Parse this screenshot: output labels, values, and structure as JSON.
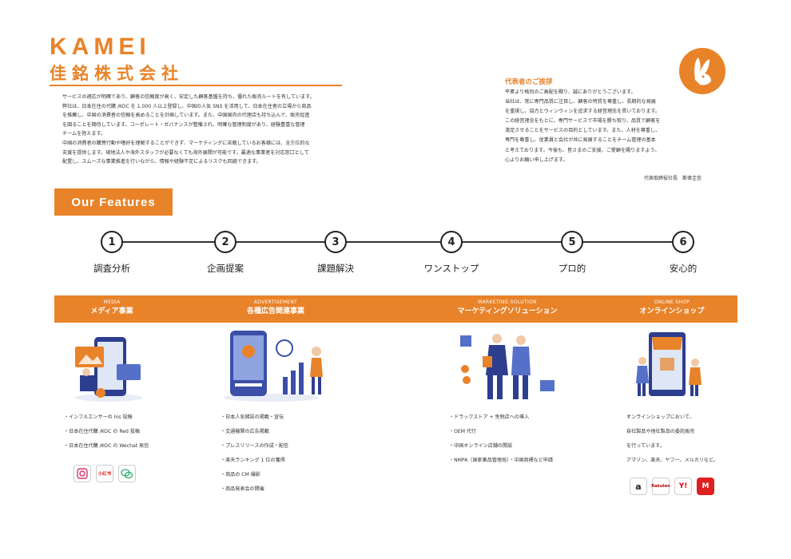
{
  "header": {
    "logo_en": "KAMEI",
    "logo_jp": "佳銘株式会社",
    "intro": [
      "サービスの適応が明確であり、顧客の信頼度が高く、安定した顧客基盤を持ち、優れた販売ルートを有しています。",
      "弊社は、日本在住の代購 /KOC を 1,000 人以上登録し、中国の人気 SNS を活用して、日本在住者の立場から商品",
      "を推薦し、中国の消費者の信頼を高めることを計画しています。また、中国国内の代理店も持ち込んで、販売促進",
      "を図ることを期待しています。コーポレート・ガバナンスが整備され、明確な管理制度があり、経験豊富な管理",
      "チームを抱えます。",
      "中国の消費者の購買行動や嗜好を理解することができず、マーケティングに苦戦しているお客様には、全方位的な",
      "支援を提供します。現地法人や海外スタッフが必要なくても海外展開が可能です。最適な事業者を対応窓口として",
      "配置し、スムーズな事業推進を行いながら、情報や経験不足によるリスクも回避できます。"
    ]
  },
  "greeting": {
    "title": "代表者のご挨拶",
    "lines": [
      "平素より格別のご高配を賜り、誠にありがとうございます。",
      "当社は、常に専門品質に注目し、顧客の特質を尊重し、長期的な発展",
      "を重視し、協力とウィンウィンを追求する経営理念を貫いております。",
      "この経営理念をもとに、専門サービスで市場を勝ち取り、品質で顧客を",
      "満足させることをサービスの目的としています。また、人材を尊重し、",
      "専門を尊重し、従業員と会社が共に発展することをチーム管理の基本",
      "と考えております。今後も、皆さまのご支援、ご愛顧を賜りますよう、",
      "心よりお願い申し上げます。"
    ],
    "signature": "代表取締役社長　斯偉圭信"
  },
  "features": {
    "heading": "Our Features",
    "steps": [
      {
        "num": "1",
        "label": "調査分析"
      },
      {
        "num": "2",
        "label": "企画提案"
      },
      {
        "num": "3",
        "label": "課題解決"
      },
      {
        "num": "4",
        "label": "ワンストップ"
      },
      {
        "num": "5",
        "label": "プロ的"
      },
      {
        "num": "6",
        "label": "安心的"
      }
    ]
  },
  "services": [
    {
      "en": "MEDIA",
      "jp": "メディア事業",
      "items": [
        "・インフルエンサーの Ins 投稿",
        "・日本在住代購 /KOC の Red 投稿",
        "・日本在住代購 /KOC の Wechat 発信"
      ],
      "apps": [
        "Instagram",
        "小红书",
        "WeChat"
      ]
    },
    {
      "en": "ADVERTISEMENT",
      "jp": "各種広告関連事業",
      "items": [
        "・日本人気雑誌の掲載・宣伝",
        "・交通機関の広告掲載",
        "・プレスリリースの作成・配信",
        "・楽天ランキング 1 位の獲得",
        "・商品の CM 撮影",
        "・商品発表会の開催"
      ]
    },
    {
      "en": "MARKETING SOLUTION",
      "jp": "マーケティングソリューション",
      "items": [
        "・ドラックストア + 免税店への導入",
        "・OEM 代行",
        "・中国オンライン店舗の開設",
        "・NMPA（国家薬品管理局）・中国商標など申請"
      ]
    },
    {
      "en": "ONLINE SHOP",
      "jp": "オンラインショップ",
      "lines": [
        "オンラインショップにおいて、",
        "自社製品や他社製品の委託販売",
        "を行っています。",
        "アマゾン、楽天、ヤフー、メルカリなど。"
      ],
      "shops": [
        "a",
        "Rakuten",
        "Y!",
        "M"
      ]
    }
  ],
  "colors": {
    "accent": "#e8832a",
    "text": "#222222"
  }
}
